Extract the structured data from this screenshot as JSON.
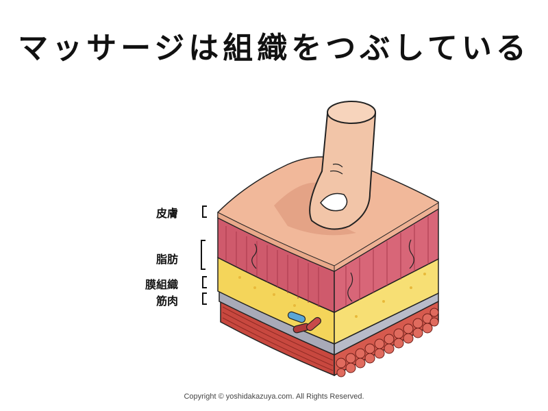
{
  "title": "マッサージは組織をつぶしている",
  "labels": {
    "skin": "皮膚",
    "fat": "脂肪",
    "fascia": "膜組織",
    "muscle": "筋肉"
  },
  "copyright": "Copyright © yoshidakazuya.com. All Rights Reserved.",
  "colors": {
    "skin": "#f1b89a",
    "dermis": "#cf5a6c",
    "fat": "#f4d55a",
    "fascia": "#a8aab8",
    "muscle": "#c8483f",
    "finger": "#f2c5a8"
  }
}
